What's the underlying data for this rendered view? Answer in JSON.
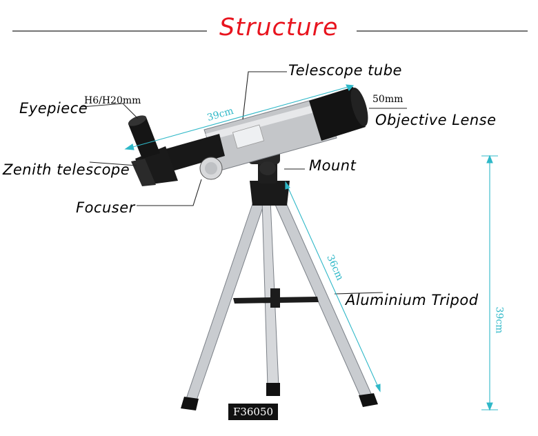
{
  "title": "Structure",
  "labels": {
    "telescope_tube": "Telescope tube",
    "eyepiece": "Eyepiece",
    "eyepiece_spec": "H6/H20mm",
    "objective_spec": "50mm",
    "objective_lense": "Objective Lense",
    "zenith": "Zenith telescope",
    "mount": "Mount",
    "focuser": "Focuser",
    "tripod": "Aluminium Tripod"
  },
  "dimensions": {
    "tube_length": "39cm",
    "leg_length": "36cm",
    "height": "39cm"
  },
  "model": "F36050",
  "colors": {
    "title": "#e8141e",
    "dimension": "#2fb8c8"
  }
}
